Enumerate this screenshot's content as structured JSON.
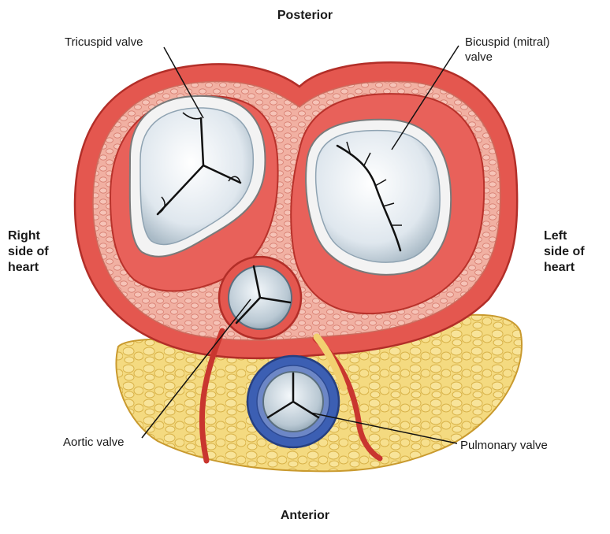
{
  "orientation": {
    "top": "Posterior",
    "bottom": "Anterior",
    "left": "Right\nside of\nheart",
    "right": "Left\nside of\nheart"
  },
  "valves": {
    "tricuspid": "Tricuspid valve",
    "mitral": "Bicuspid (mitral)\nvalve",
    "aortic": "Aortic valve",
    "pulmonary": "Pulmonary valve"
  },
  "colors": {
    "muscle": "#e4574f",
    "muscle_dark": "#c9362f",
    "muscle_light": "#f39a8f",
    "fibrous": "#f1b0a2",
    "fat": "#f3d77a",
    "fat_dark": "#d9b34a",
    "valve": "#e6edf2",
    "valve_shadow": "#a9bac6",
    "pulmonary_ring": "#3c5fb3",
    "line": "#111111"
  }
}
